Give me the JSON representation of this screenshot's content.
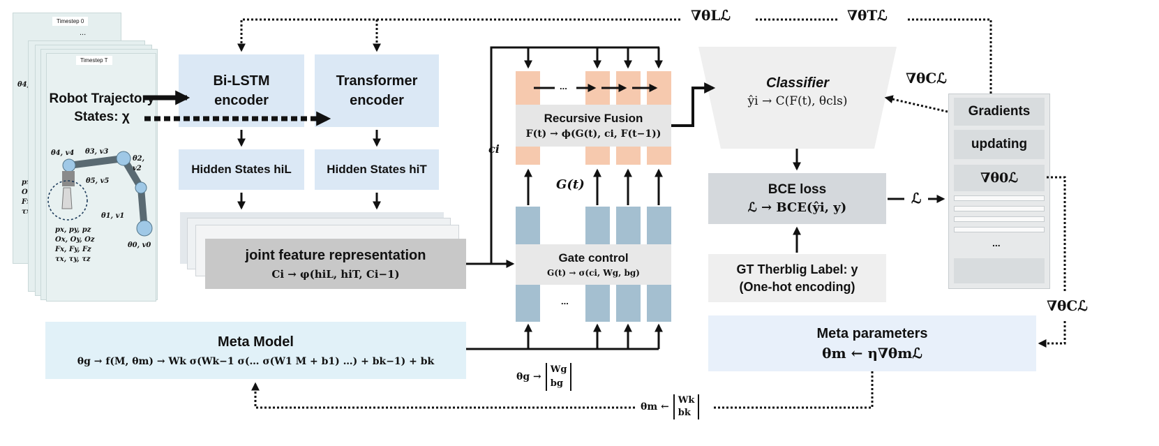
{
  "colors": {
    "encoder_blue": "#dbe8f5",
    "recursive_orange": "#f6c9ae",
    "gate_steel": "#a4bfd0",
    "joint_grey": "#c8c8c8",
    "loss_grey": "#d4d8dc",
    "classifier_grey": "#efefef",
    "panel_teal": "#e5efef"
  },
  "input": {
    "timestep_0": "Timestep 0",
    "ellipsis": "...",
    "timestep_T": "Timestep T",
    "title": "Robot Trajectory States: χ",
    "joint_labels": [
      "θ4, v4",
      "θ3, v3",
      "θ2, v2",
      "θ5, v5",
      "θ1, v1",
      "θ0, v0"
    ],
    "pose_lines": [
      "px, py, pz",
      "Ox, Oy, Oz",
      "Fx, Fy, Fz",
      "τx, τy, τz"
    ],
    "back_joint": "θ4, v",
    "back_pose": [
      "px",
      "Ox",
      "Fx",
      "τx"
    ]
  },
  "encoders": {
    "bilstm": "Bi-LSTM encoder",
    "transformer": "Transformer encoder",
    "hidden_L": "Hidden States hiL",
    "hidden_T": "Hidden States hiT"
  },
  "joint": {
    "title": "joint feature representation",
    "formula": "Ci → φ(hiL, hiT, Ci−1)"
  },
  "meta_model": {
    "title": "Meta Model",
    "formula": "θg → f(M, θm) → Wk σ(Wk−1 σ(… σ(W1 M + b1) …) + bk−1) + bk"
  },
  "fusion": {
    "recursive_title": "Recursive Fusion",
    "recursive_formula": "F(t) → ϕ(G(t), ci, F(t−1))",
    "gate_title": "Gate control",
    "gate_formula": "G(t) → σ(ci, Wg, bg)",
    "G_label": "G(t)",
    "c_label": "ci",
    "dots_top": "...",
    "dots_bottom": "...",
    "theta_g": "θg →",
    "theta_g_matrix": [
      "Wg",
      "bg"
    ]
  },
  "classifier": {
    "title": "Classifier",
    "formula": "ŷi → C(F(t), θcls)"
  },
  "bce": {
    "title": "BCE loss",
    "formula": "ℒ → BCE(ŷi, y)",
    "loss_out": "ℒ"
  },
  "gt": {
    "line1": "GT Therblig Label: y",
    "line2": "(One-hot encoding)"
  },
  "gradients": {
    "line1": "Gradients",
    "line2": "updating",
    "theta0": "∇θ0ℒ",
    "dots": "..."
  },
  "meta_params": {
    "title": "Meta parameters",
    "formula": "θm ← η∇θmℒ"
  },
  "grad_labels": {
    "L": "∇θLℒ",
    "T": "∇θTℒ",
    "C_upper": "∇θCℒ",
    "C_lower": "∇θCℒ",
    "theta_m": "θm ←",
    "theta_m_matrix": [
      "Wk",
      "bk"
    ]
  }
}
